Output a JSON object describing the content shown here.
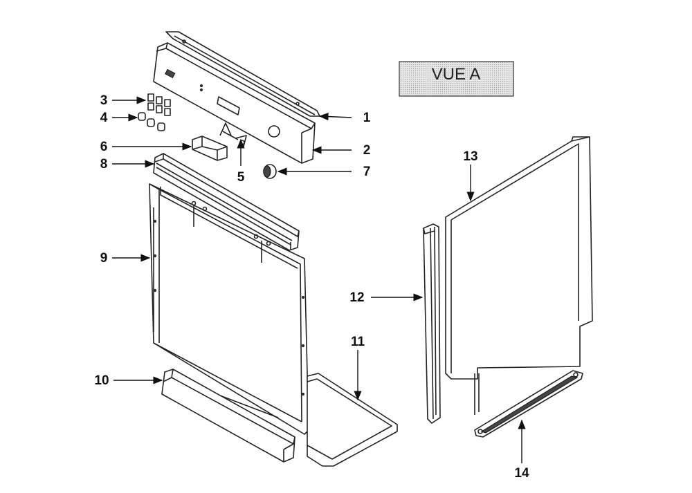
{
  "view_label": "VUE A",
  "callouts": [
    {
      "id": "1",
      "text": "1"
    },
    {
      "id": "2",
      "text": "2"
    },
    {
      "id": "3",
      "text": "3"
    },
    {
      "id": "4",
      "text": "4"
    },
    {
      "id": "5",
      "text": "5"
    },
    {
      "id": "6",
      "text": "6"
    },
    {
      "id": "7",
      "text": "7"
    },
    {
      "id": "8",
      "text": "8"
    },
    {
      "id": "9",
      "text": "9"
    },
    {
      "id": "10",
      "text": "10"
    },
    {
      "id": "11",
      "text": "11"
    },
    {
      "id": "12",
      "text": "12"
    },
    {
      "id": "13",
      "text": "13"
    },
    {
      "id": "14",
      "text": "14"
    }
  ],
  "colors": {
    "line": "#222222",
    "label_fill": "#cfcfcf"
  }
}
